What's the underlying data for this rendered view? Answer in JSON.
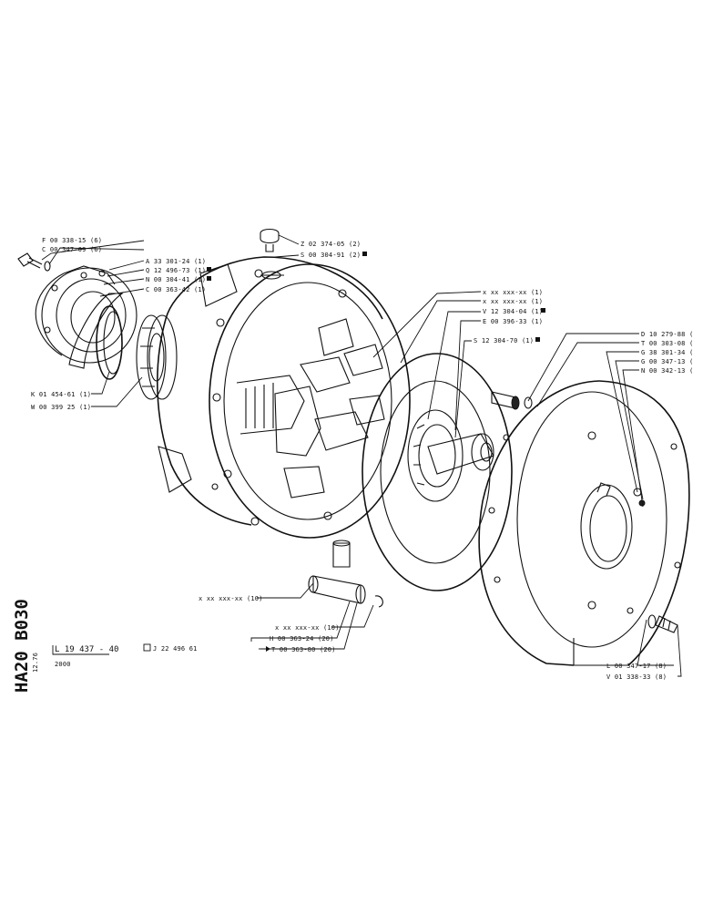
{
  "sheet": {
    "side_code": "HA20 B030",
    "side_small": "12.76",
    "ref_main": "L 19 437 - 40",
    "ref_secondary": "J 22 496 61",
    "model": "2000"
  },
  "callouts": [
    {
      "id": "f-00338-15",
      "text": "F 00 338-15 (6)"
    },
    {
      "id": "c-00347-09",
      "text": "C 00 347-09 (6)"
    },
    {
      "id": "a-33301-24",
      "text": "A 33 301-24 (1)"
    },
    {
      "id": "q-12496-73",
      "text": "Q 12 496-73 (1)"
    },
    {
      "id": "n-00304-41",
      "text": "N 00 304-41 (1)"
    },
    {
      "id": "c-00363-42",
      "text": "C 00 363-42 (1)"
    },
    {
      "id": "z-02374-05",
      "text": "Z 02 374-05 (2)"
    },
    {
      "id": "s-00304-91",
      "text": "S 00 304-91 (2)"
    },
    {
      "id": "x-a",
      "text": "x xx xxx-xx (1)"
    },
    {
      "id": "x-b",
      "text": "x xx xxx-xx (1)"
    },
    {
      "id": "v-12304-04",
      "text": "V 12 304-04 (1)"
    },
    {
      "id": "e-00396-33",
      "text": "E 00 396-33 (1)"
    },
    {
      "id": "s-12304-70",
      "text": "S 12 304-70 (1)"
    },
    {
      "id": "d-10279-88",
      "text": "D 10 279-88 ("
    },
    {
      "id": "t-00303-08",
      "text": "T 00 303-08 ("
    },
    {
      "id": "g-38301-34",
      "text": "G 38 301-34 ("
    },
    {
      "id": "g-00347-13",
      "text": "G 00 347-13 ("
    },
    {
      "id": "n-00342-13",
      "text": "N 00 342-13 ("
    },
    {
      "id": "k-01454-61",
      "text": "K 01 454-61 (1)"
    },
    {
      "id": "w-00399-25",
      "text": "W 00 399 25 (1)"
    },
    {
      "id": "x-10",
      "text": "x xx xxx-xx (10)"
    },
    {
      "id": "x-10b",
      "text": "x xx xxx-xx (10)"
    },
    {
      "id": "h-00363-24",
      "text": "H 00 363-24 (20)"
    },
    {
      "id": "t-00363-80",
      "text": "T 00 363-80 (20)"
    },
    {
      "id": "l-00347-17",
      "text": "L 00 347-17 (8)"
    },
    {
      "id": "v-01338-33",
      "text": "V 01 338-33 (8)"
    }
  ]
}
